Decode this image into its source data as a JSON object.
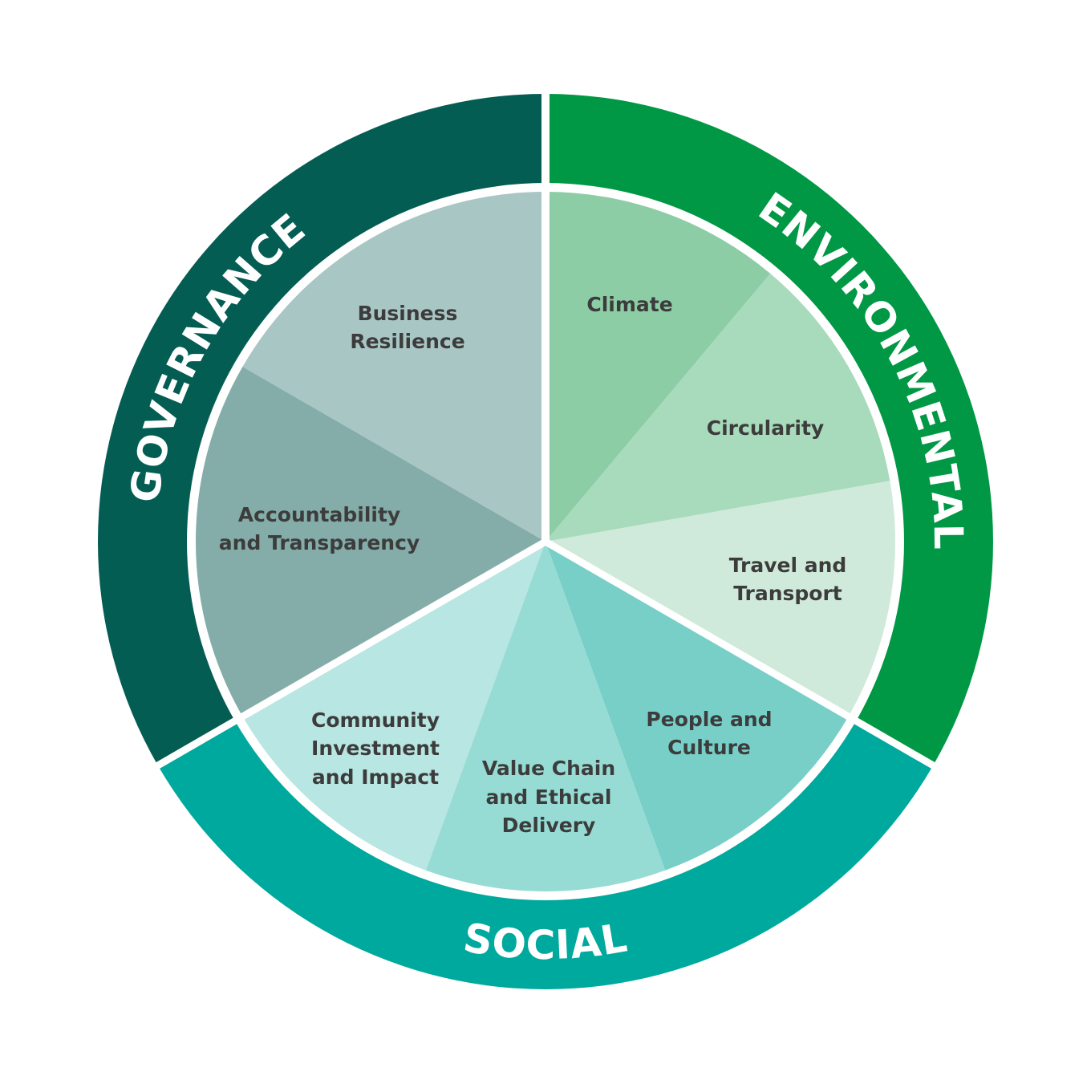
{
  "categories": {
    "environmental": {
      "label": "ENVIRONMENTAL",
      "color": "#009844"
    },
    "social": {
      "label": "SOCIAL",
      "color": "#00a99d"
    },
    "governance": {
      "label": "GOVERNANCE",
      "color": "#045d53"
    }
  },
  "segments": [
    {
      "lines": [
        "Climate"
      ],
      "color": "#8ccda6"
    },
    {
      "lines": [
        "Circularity"
      ],
      "color": "#a8dbbb"
    },
    {
      "lines": [
        "Travel and",
        "Transport"
      ],
      "color": "#cfe9da"
    },
    {
      "lines": [
        "People and",
        "Culture"
      ],
      "color": "#77cfc8"
    },
    {
      "lines": [
        "Value Chain",
        "and Ethical",
        "Delivery"
      ],
      "color": "#96dbd4"
    },
    {
      "lines": [
        "Community",
        "Investment",
        "and Impact"
      ],
      "color": "#b8e6e2"
    },
    {
      "lines": [
        "Accountability",
        "and Transparency"
      ],
      "color": "#84ada9"
    },
    {
      "lines": [
        "Business",
        "Resilience"
      ],
      "color": "#a8c6c4"
    }
  ]
}
